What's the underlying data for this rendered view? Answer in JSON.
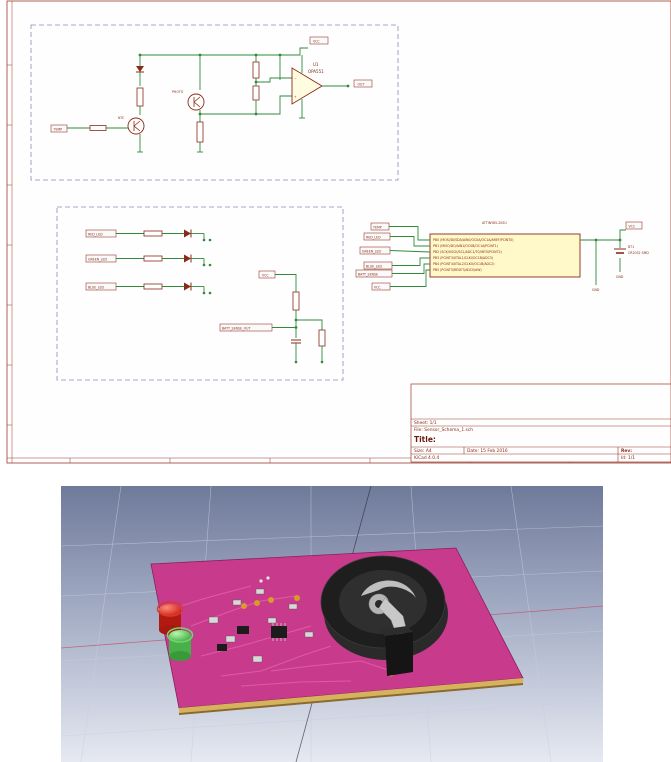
{
  "schematic": {
    "top_block": {
      "op_amp_ref": "U1",
      "op_amp_value": "OPA551",
      "input_label": "TEMP",
      "output_label": "OUT",
      "supply_label": "VCC",
      "sensor_ref": "PHOTO",
      "ntc_ref": "NTC"
    },
    "left_block": {
      "led_labels": [
        "RED_LED",
        "GREEN_LED",
        "BLUE_LED"
      ],
      "supply_label": "VCC",
      "signal_label": "BATT_SENSE_OUT"
    },
    "mcu": {
      "ref": "ATTINY85-20SU",
      "left_pins": [
        "PB0 (MOSI/DI/SDA/AIN0/OC0A/OC1A/AREF/PCINT0)",
        "PB1 (MISO/DO/AIN1/OC0B/OC1A/PCINT1)",
        "PB2 (SCK/USCK/SCL/ADC1/T0/INT0/PCINT2)",
        "PB3 (PCINT3/XTAL1/CLKI/OC1B/ADC3)",
        "PB4 (PCINT4/XTAL2/CLKO/OC1B/ADC2)",
        "PB5 (PCINT5/RESET/ADC0/dW)"
      ],
      "net_labels": [
        "TEMP",
        "RED_LED",
        "GREEN_LED",
        "BLUE_LED",
        "BATT_SENSE",
        "VCC"
      ],
      "battery_ref": "BT1",
      "battery_value": "CR2032 SMD",
      "supply_label": "VCC",
      "gnd_label": "GND"
    },
    "title_block": {
      "sheet": "Sheet: 1/1",
      "file": "File: Sensor_Schema_1.sch",
      "title_label": "Title:",
      "size": "Size: A4",
      "date": "Date: 15 Feb 2016",
      "rev": "Rev:",
      "kicad": "KiCad 4.0.4",
      "id": "Id: 1/1"
    }
  },
  "render_3d": {
    "board_color": "#c83b8c",
    "led_colors": [
      "#e0301e",
      "#4fc84a"
    ],
    "holder_color": "#1e1e1e"
  }
}
